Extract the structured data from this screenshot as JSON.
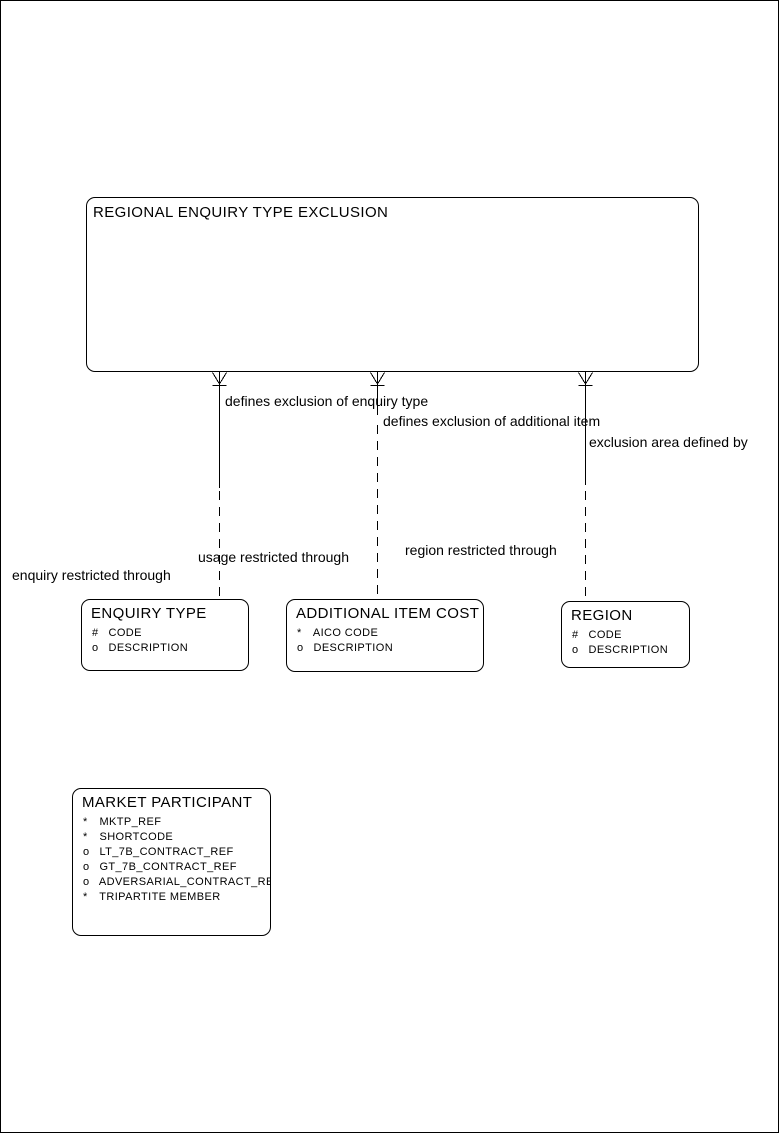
{
  "diagram": {
    "type": "entity-relationship-diagram",
    "notation": "barker-crows-foot",
    "line_color": "#000000",
    "background_color": "#ffffff"
  },
  "entities": [
    {
      "name": "REGIONAL ENQUIRY TYPE EXCLUSION",
      "attributes": []
    },
    {
      "name": "ENQUIRY TYPE",
      "attributes": [
        {
          "prefix": "#",
          "name": "CODE"
        },
        {
          "prefix": "o",
          "name": "DESCRIPTION"
        }
      ]
    },
    {
      "name": "ADDITIONAL ITEM COST",
      "attributes": [
        {
          "prefix": "*",
          "name": "AICO CODE"
        },
        {
          "prefix": "o",
          "name": "DESCRIPTION"
        }
      ]
    },
    {
      "name": "REGION",
      "attributes": [
        {
          "prefix": "#",
          "name": "CODE"
        },
        {
          "prefix": "o",
          "name": "DESCRIPTION"
        }
      ]
    },
    {
      "name": "MARKET PARTICIPANT",
      "attributes": [
        {
          "prefix": "*",
          "name": "MKTP_REF"
        },
        {
          "prefix": "*",
          "name": "SHORTCODE"
        },
        {
          "prefix": "o",
          "name": "LT_7B_CONTRACT_REF"
        },
        {
          "prefix": "o",
          "name": "GT_7B_CONTRACT_REF"
        },
        {
          "prefix": "o",
          "name": "ADVERSARIAL_CONTRACT_REF"
        },
        {
          "prefix": "*",
          "name": "TRIPARTITE MEMBER"
        }
      ]
    }
  ],
  "relationships": [
    {
      "from": "REGIONAL ENQUIRY TYPE EXCLUSION",
      "to": "ENQUIRY TYPE",
      "label_top": "defines exclusion of enquiry type",
      "label_bottom": "enquiry restricted through"
    },
    {
      "from": "REGIONAL ENQUIRY TYPE EXCLUSION",
      "to": "ADDITIONAL ITEM COST",
      "label_top": "defines exclusion of additional item",
      "label_bottom": "usage restricted through"
    },
    {
      "from": "REGIONAL ENQUIRY TYPE EXCLUSION",
      "to": "REGION",
      "label_top": "exclusion area defined by",
      "label_bottom": "region restricted through"
    }
  ]
}
